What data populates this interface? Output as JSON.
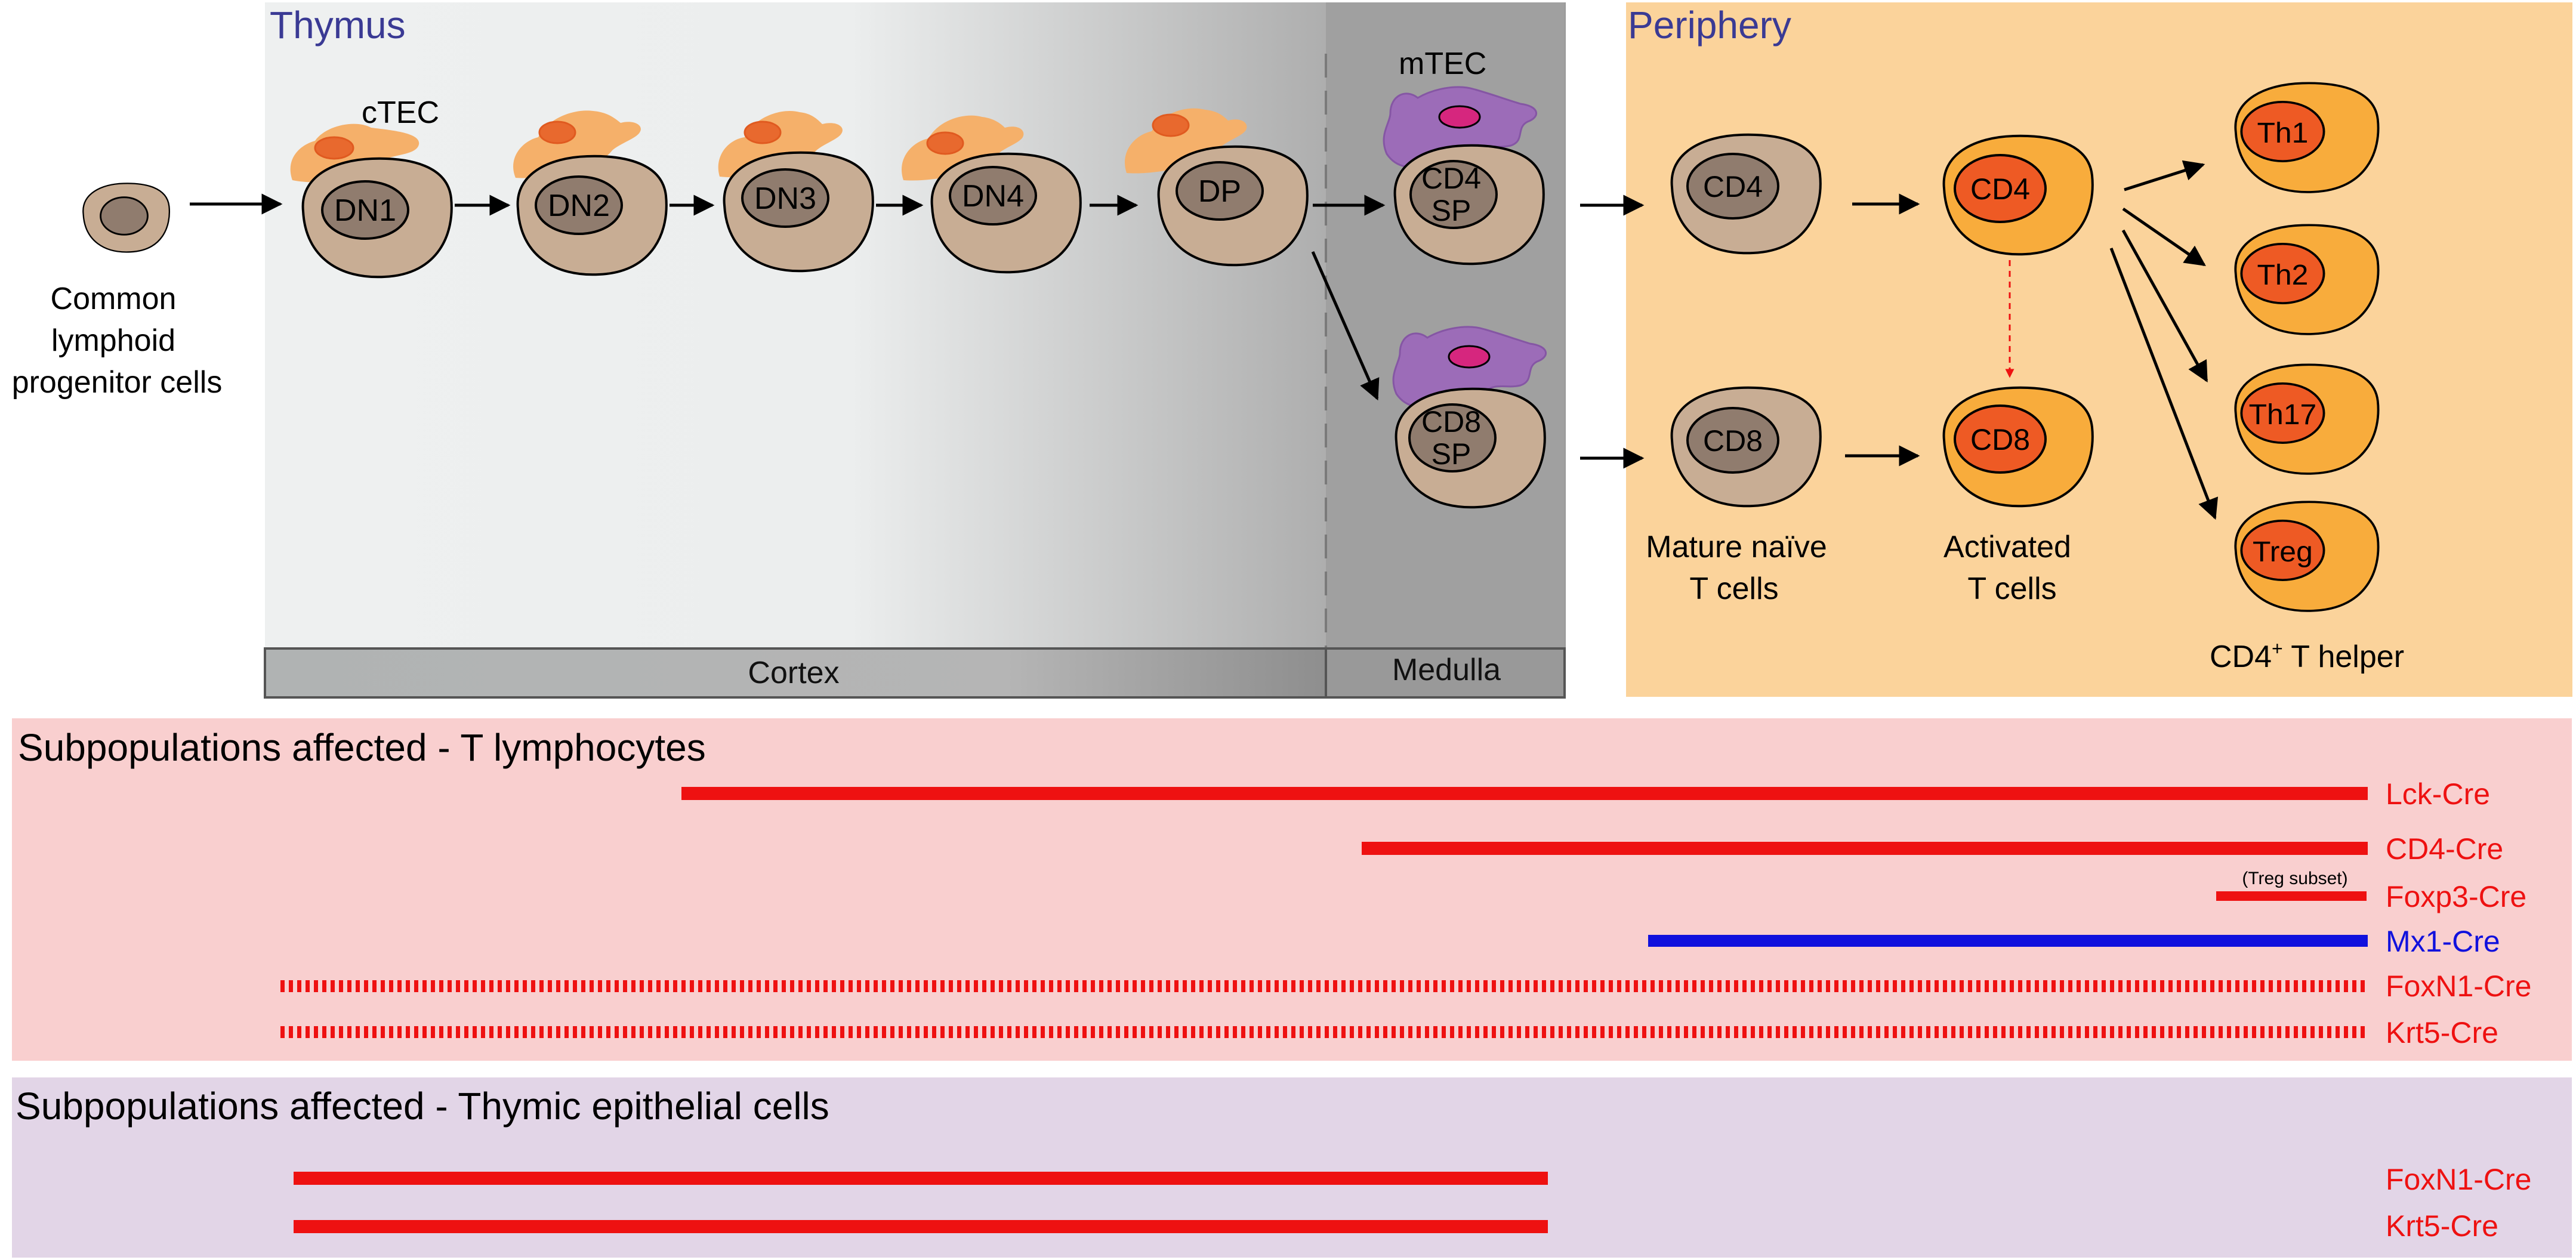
{
  "thymus": {
    "title": "Thymus",
    "ctec_label": "cTEC",
    "mtec_label": "mTEC",
    "cortex_label": "Cortex",
    "medulla_label": "Medulla"
  },
  "progenitor": {
    "line1": "Common",
    "line2": "lymphoid",
    "line3": "progenitor cells"
  },
  "thymocytes": {
    "dn1": "DN1",
    "dn2": "DN2",
    "dn3": "DN3",
    "dn4": "DN4",
    "dp": "DP",
    "cd4sp_1": "CD4",
    "cd4sp_2": "SP",
    "cd8sp_1": "CD8",
    "cd8sp_2": "SP"
  },
  "periphery": {
    "title": "Periphery",
    "naive_cd4": "CD4",
    "naive_cd8": "CD8",
    "activated_cd4": "CD4",
    "activated_cd8": "CD8",
    "th1": "Th1",
    "th2": "Th2",
    "th17": "Th17",
    "treg": "Treg",
    "naive_label_1": "Mature naïve",
    "naive_label_2": "T cells",
    "activated_label_1": "Activated",
    "activated_label_2": "T cells",
    "helper_label_pre": "CD4",
    "helper_label_sup": "+",
    "helper_label_post": " T helper"
  },
  "t_lymphocytes_panel": {
    "title": "Subpopulations affected - T lymphocytes",
    "treg_subset_note": "(Treg subset)",
    "lines": [
      {
        "label": "Lck-Cre",
        "color": "#ee1111",
        "dashed": false
      },
      {
        "label": "CD4-Cre",
        "color": "#ee1111",
        "dashed": false
      },
      {
        "label": "Foxp3-Cre",
        "color": "#ee1111",
        "dashed": false
      },
      {
        "label": "Mx1-Cre",
        "color": "#1111dd",
        "dashed": false
      },
      {
        "label": "FoxN1-Cre",
        "color": "#ee1111",
        "dashed": true
      },
      {
        "label": "Krt5-Cre",
        "color": "#ee1111",
        "dashed": true
      }
    ]
  },
  "tec_panel": {
    "title": "Subpopulations affected - Thymic epithelial cells",
    "lines": [
      {
        "label": "FoxN1-Cre",
        "color": "#ee1111",
        "dashed": false
      },
      {
        "label": "Krt5-Cre",
        "color": "#ee1111",
        "dashed": false
      }
    ]
  },
  "colors": {
    "cell_outer": "#c8ad94",
    "cell_inner": "#907c6e",
    "ctec_outer": "#f5b06a",
    "ctec_inner": "#e8692e",
    "mtec_outer": "#9c6cb8",
    "mtec_inner": "#d6267e",
    "activated_outer": "#f8ac3c",
    "activated_inner": "#ee5a24",
    "periphery_bg": "#fbd39b",
    "tlymph_bg": "#f9cfcf",
    "tec_bg": "#e2d5e7",
    "label_red": "#ee1111",
    "label_blue": "#1111dd",
    "title_blue": "#3a3a94"
  }
}
